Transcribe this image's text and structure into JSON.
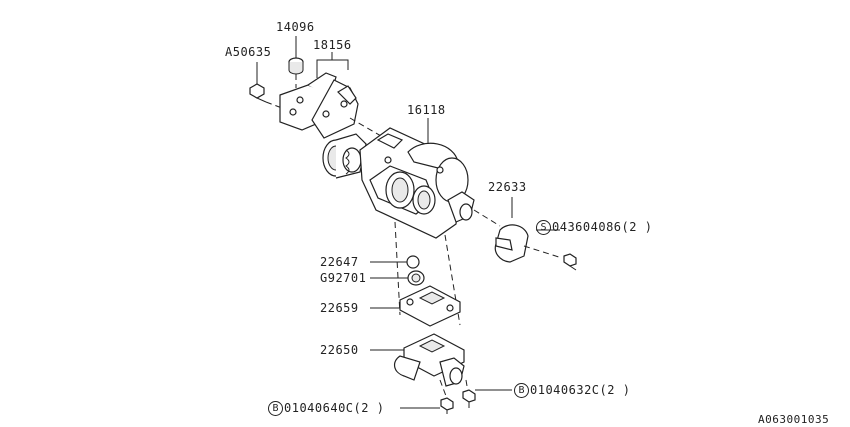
{
  "callouts": {
    "p14096": "14096",
    "p18156": "18156",
    "pA50635": "A50635",
    "p16118": "16118",
    "p22633": "22633",
    "p22647": "22647",
    "pG92701": "G92701",
    "p22659": "22659",
    "p22650": "22650"
  },
  "fasteners": {
    "s_bolt": {
      "badge": "S",
      "text": "043604086(2 )"
    },
    "b_bolt_right": {
      "badge": "B",
      "text": "01040632C(2 )"
    },
    "b_bolt_left": {
      "badge": "B",
      "text": "01040640C(2 )"
    }
  },
  "diagram_id": "A063001035"
}
